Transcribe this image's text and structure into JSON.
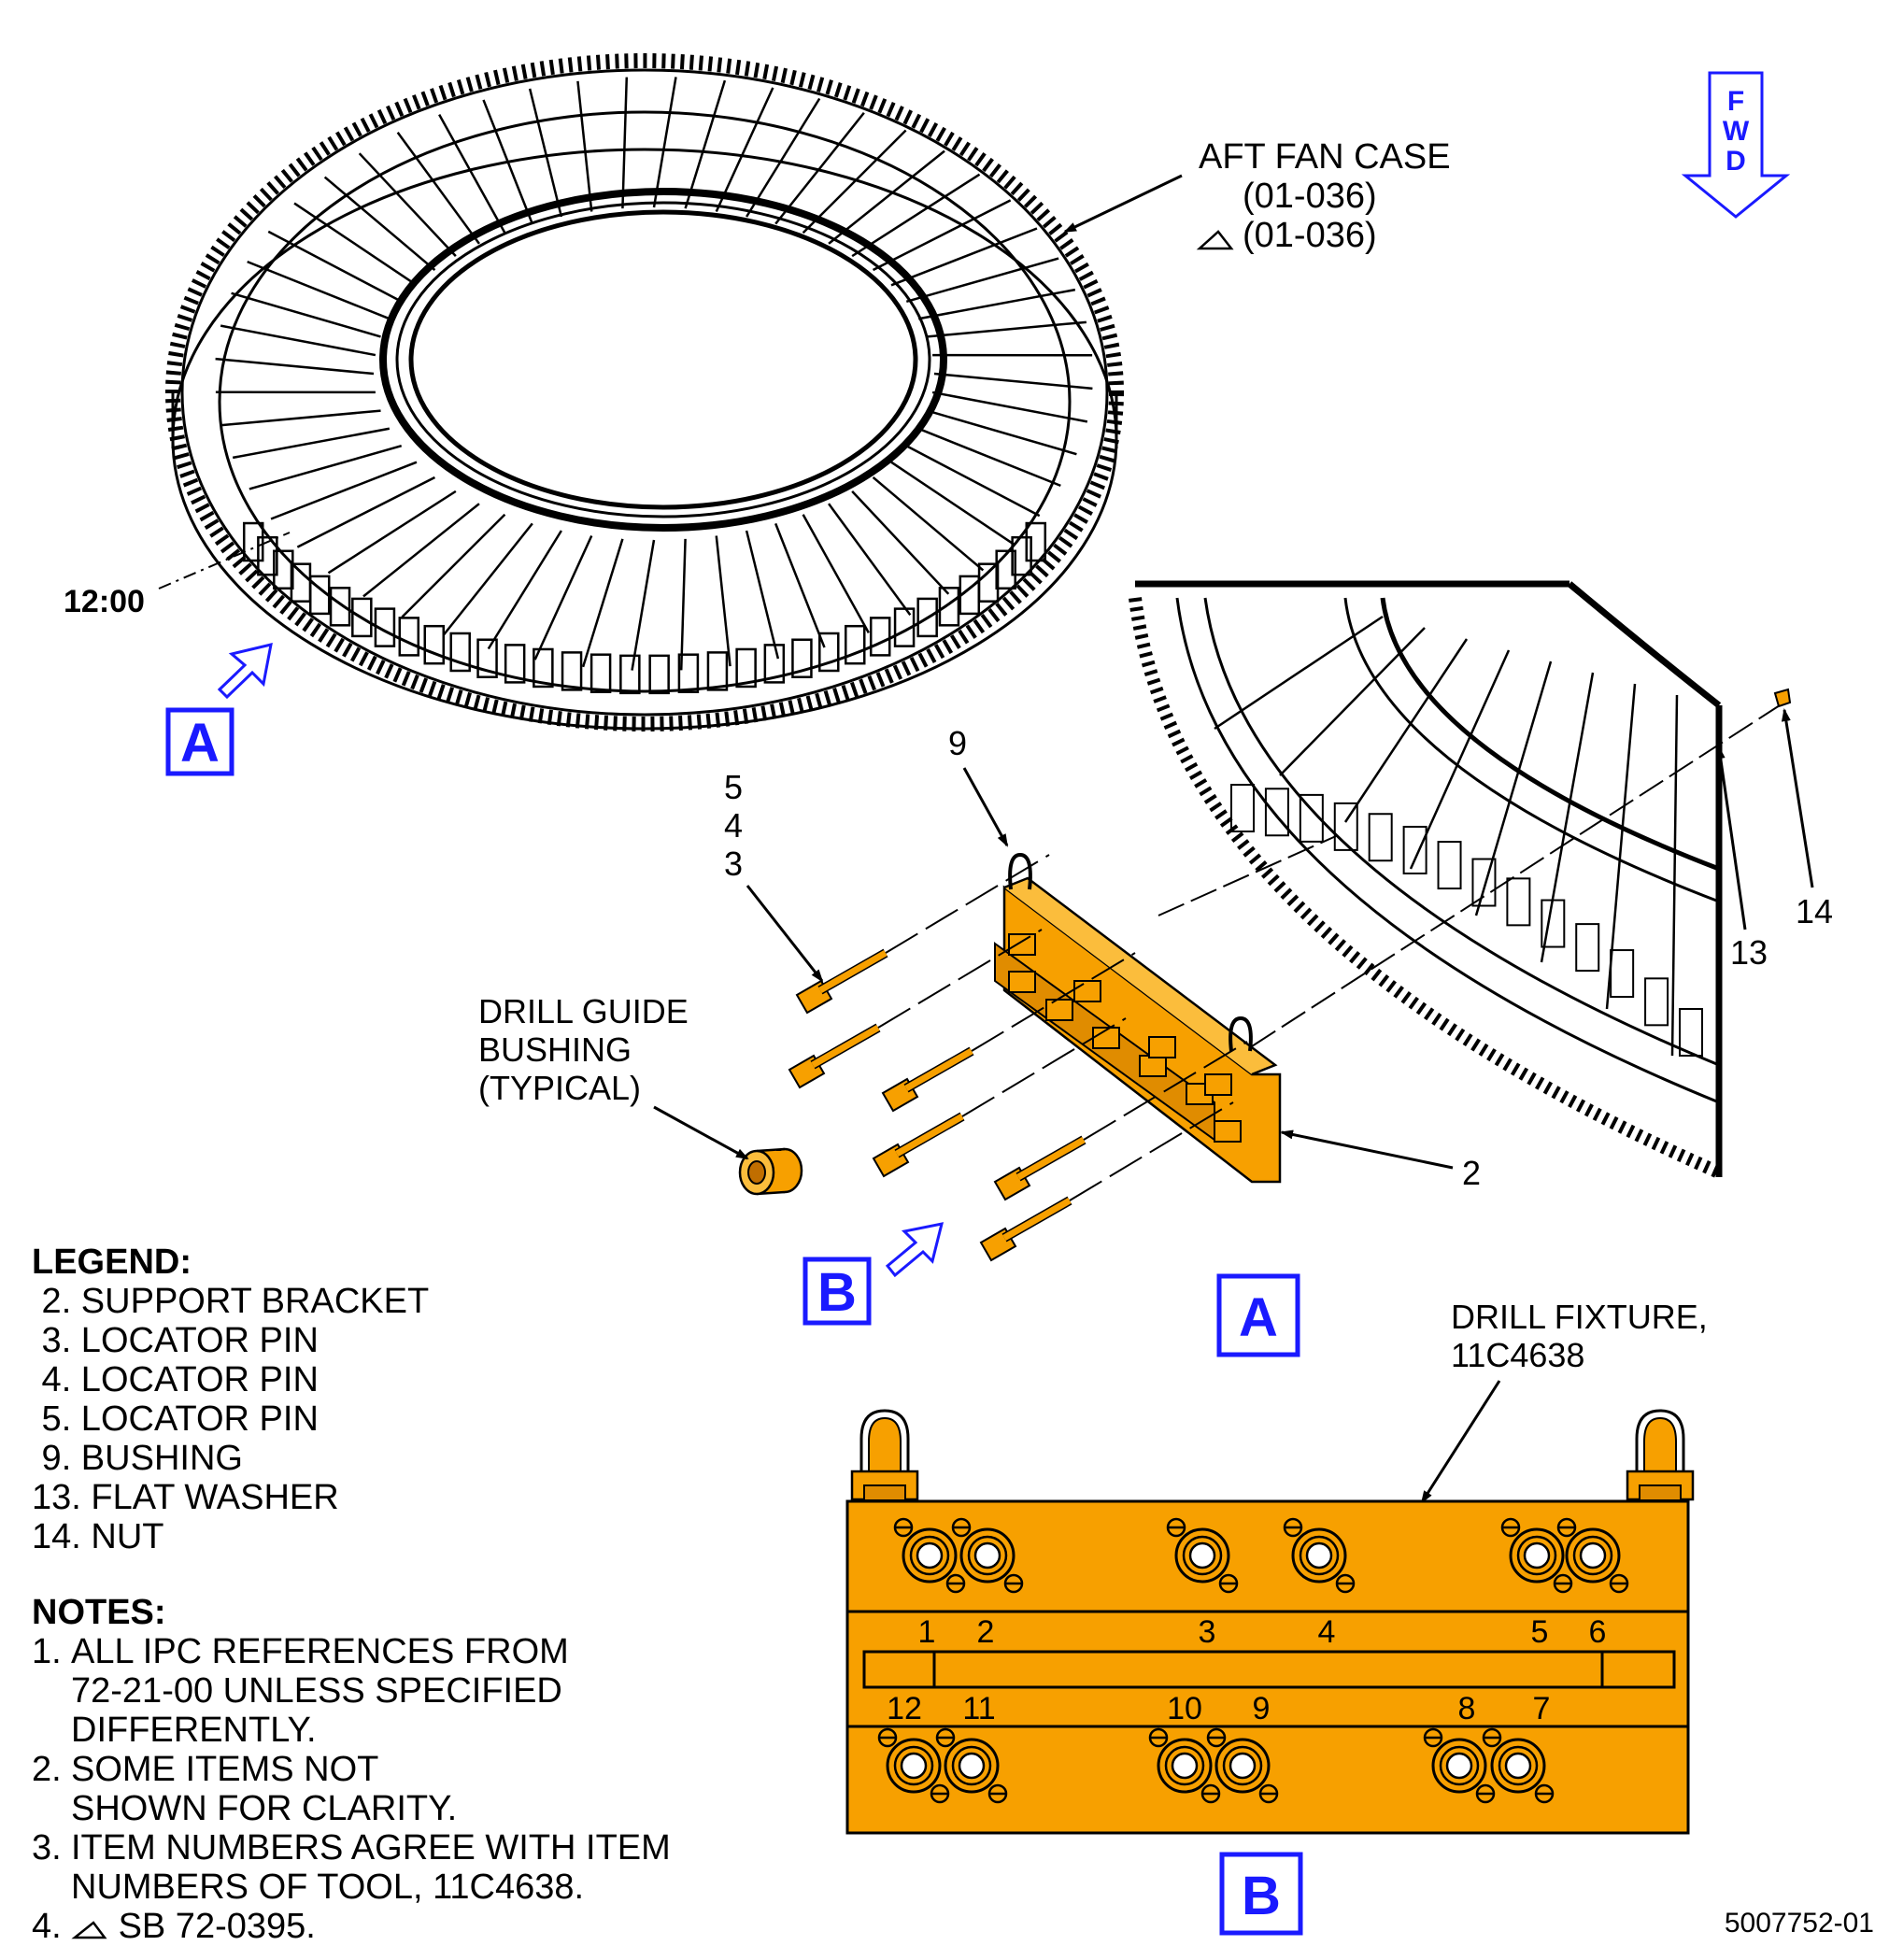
{
  "callouts": {
    "aft_fan_case": "AFT FAN CASE",
    "aft_fan_case_ref1": "(01-036)",
    "aft_fan_case_ref2": "(01-036)",
    "clock": "12:00",
    "drill_guide_line1": "DRILL GUIDE",
    "drill_guide_line2": "BUSHING",
    "drill_guide_line3": "(TYPICAL)",
    "drill_fixture_line1": "DRILL FIXTURE,",
    "drill_fixture_line2": "11C4638",
    "item_5": "5",
    "item_4": "4",
    "item_3": "3",
    "item_9": "9",
    "item_2": "2",
    "item_13": "13",
    "item_14": "14"
  },
  "fwd": {
    "l1": "F",
    "l2": "W",
    "l3": "D"
  },
  "views": {
    "a": "A",
    "b": "B"
  },
  "fixture_numbers": [
    "1",
    "2",
    "3",
    "4",
    "5",
    "6",
    "12",
    "11",
    "10",
    "9",
    "8",
    "7"
  ],
  "legend": {
    "title": "LEGEND:",
    "items": [
      " 2. SUPPORT BRACKET",
      " 3. LOCATOR PIN",
      " 4. LOCATOR PIN",
      " 5. LOCATOR PIN",
      " 9. BUSHING",
      "13. FLAT WASHER",
      "14. NUT"
    ]
  },
  "notes": {
    "title": "NOTES:",
    "items": [
      {
        "num": "1.",
        "text": "ALL IPC REFERENCES FROM\n72-21-00 UNLESS SPECIFIED\nDIFFERENTLY."
      },
      {
        "num": "2.",
        "text": "SOME ITEMS NOT\nSHOWN FOR CLARITY."
      },
      {
        "num": "3.",
        "text": "ITEM NUMBERS AGREE WITH ITEM\nNUMBERS OF TOOL, 11C4638."
      },
      {
        "num": "4.",
        "text": "SB 72-0395."
      }
    ]
  },
  "document_number": "5007752-01",
  "colors": {
    "tool_orange": "#f7a000",
    "view_blue": "#1a1aff"
  }
}
